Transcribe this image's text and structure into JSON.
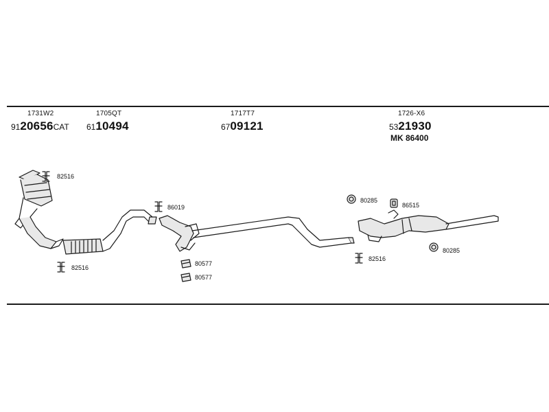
{
  "parts": [
    {
      "code": "1731W2",
      "prefix": "91",
      "main": "20656",
      "suffix": "CAT"
    },
    {
      "code": "1705QT",
      "prefix": "61",
      "main": "10494",
      "suffix": ""
    },
    {
      "code": "1717T7",
      "prefix": "67",
      "main": "09121",
      "suffix": ""
    },
    {
      "code": "1726-X6",
      "prefix": "53",
      "main": "21930",
      "suffix": "",
      "extra": "MK  86400"
    }
  ],
  "fittings": [
    {
      "code": "82516"
    },
    {
      "code": "82516"
    },
    {
      "code": "86019"
    },
    {
      "code": "80577"
    },
    {
      "code": "80577"
    },
    {
      "code": "80285"
    },
    {
      "code": "86515"
    },
    {
      "code": "80285"
    },
    {
      "code": "82516"
    }
  ],
  "colors": {
    "line": "#1a1a1a",
    "pipe_fill": "#e8e8e8"
  }
}
